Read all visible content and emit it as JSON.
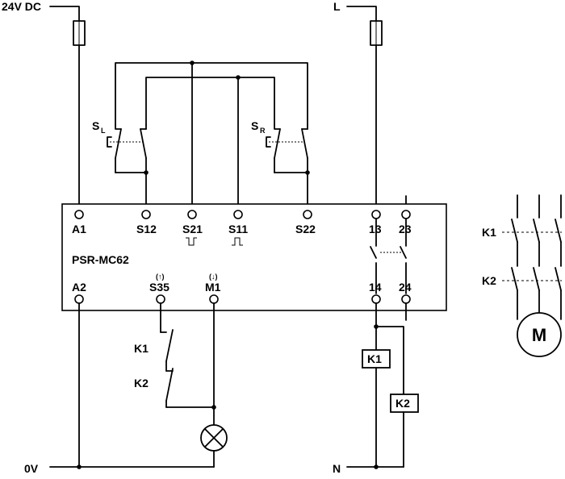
{
  "supplies": {
    "dc_pos": "24V DC",
    "dc_neg": "0V",
    "ac_line": "L",
    "ac_neutral": "N"
  },
  "device": {
    "name": "PSR-MC62",
    "terminals_top": [
      {
        "id": "A1"
      },
      {
        "id": "S12"
      },
      {
        "id": "S21"
      },
      {
        "id": "S11"
      },
      {
        "id": "S22"
      },
      {
        "id": "13"
      },
      {
        "id": "23"
      }
    ],
    "terminals_bottom": [
      {
        "id": "A2"
      },
      {
        "id": "S35",
        "note": "(↑)"
      },
      {
        "id": "M1",
        "note": "(↓)"
      },
      {
        "id": "14"
      },
      {
        "id": "24"
      }
    ]
  },
  "switches": {
    "left": {
      "label": "S",
      "sub": "L"
    },
    "right": {
      "label": "S",
      "sub": "R"
    }
  },
  "feedback_contacts": [
    "K1",
    "K2"
  ],
  "coils": [
    "K1",
    "K2"
  ],
  "motor": {
    "label": "M",
    "contacts": [
      "K1",
      "K2"
    ]
  },
  "icons": {
    "lamp": "lamp-icon",
    "fuse": "fuse-icon",
    "motor": "motor-icon"
  }
}
